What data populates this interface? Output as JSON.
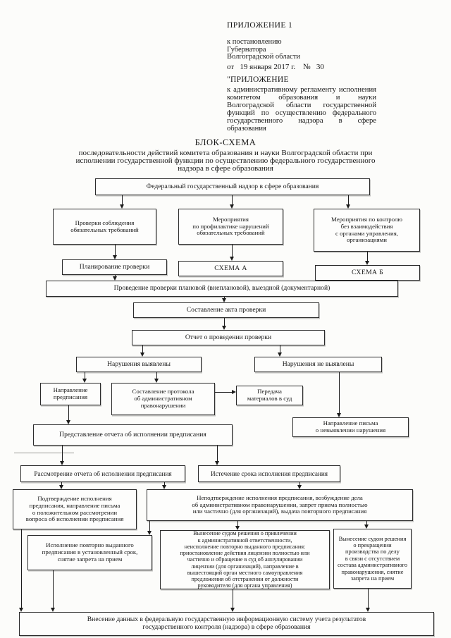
{
  "header": {
    "appendix": "ПРИЛОЖЕНИЕ 1",
    "addressee_lines": [
      "к постановлению",
      "Губернатора",
      "Волгоградской области"
    ],
    "date_line": "от   19 января 2017 г.    №   30",
    "appendix_quote": "\"ПРИЛОЖЕНИЕ",
    "regulation_text": "к административному регламенту исполнения комитетом образования и науки Волгоградской области государственной функций по осуществлению федерального государственного надзора в сфере образования"
  },
  "title": {
    "heading": "БЛОК-СХЕМА",
    "subtitle": "последовательности действий комитета образования и науки Волгоградской области при\nисполнении государственной функции по осуществлению федерального государственного\nнадзора в сфере образования"
  },
  "flowchart": {
    "nodes": {
      "federal_supervision": {
        "label": "Федеральный государственный надзор в сфере образования"
      },
      "compliance_checks": {
        "label": "Проверки соблюдения\nобязательных требований"
      },
      "prevention_activities": {
        "label": "Мероприятия\nпо профилактике нарушений\nобязательных требований"
      },
      "no_interaction_control": {
        "label": "Мероприятия по контролю\nбез взаимодействия\nс органами управления,\nорганизациями"
      },
      "inspection_planning": {
        "label": "Планирование проверки"
      },
      "schema_a": {
        "label": "СХЕМА А"
      },
      "schema_b": {
        "label": "СХЕМА Б"
      },
      "inspection_conduct": {
        "label": "Проведение проверки плановой (внеплановой), выездной (документарной)"
      },
      "act_drafting": {
        "label": "Составление акта проверки"
      },
      "inspection_report": {
        "label": "Отчет о проведении проверки"
      },
      "violations_found": {
        "label": "Нарушения выявлены"
      },
      "violations_not_found": {
        "label": "Нарушения не выявлены"
      },
      "order_issue": {
        "label": "Направление\nпредписания"
      },
      "protocol_drafting": {
        "label": "Составление протокола\nоб административном\nправонарушении"
      },
      "court_transfer": {
        "label": "Передача\nматериалов в суд"
      },
      "no_violation_letter": {
        "label": "Направление письма\nо невыявлении нарушения"
      },
      "order_execution_report": {
        "label": "Представление отчета об исполнении предписания"
      },
      "report_review": {
        "label": "Рассмотрение отчета об исполнении предписания"
      },
      "deadline_expiry": {
        "label": "Истечение срока исполнения предписания"
      },
      "execution_confirmed": {
        "label": "Подтверждение исполнения\nпредписания, направление письма\nо положительном рассмотрении\nвопроса об исполнении предписания"
      },
      "execution_not_confirmed": {
        "label": "Неподтверждение исполнения предписания, возбуждение дела\nоб административном правонарушении, запрет приема полностью\nили частично (для организаций), выдача повторного предписания"
      },
      "repeat_order_executed": {
        "label": "Исполнение повторно выданного\nпредписания в установленный срок,\nснятие запрета на прием"
      },
      "court_liability_ruling": {
        "label": "Вынесение судом решения о привлечении\nк административной ответственности,\nнеисполнение повторно выданного предписания:\nприостановление действия лицензии полностью или\nчастично и обращение в суд об аннулировании\nлицензии (для организаций), направление в\nвышестоящий орган местного самоуправления\nпредложения об отстранении  от должности\nруководителя (для органа управления)"
      },
      "court_dismissal_ruling": {
        "label": "Вынесение судом решения\nо прекращении\nпроизводства по делу\nв связи с отсутствием\nсостава административного\nправонарушения, снятие\nзапрета на прием"
      },
      "data_entry": {
        "label": "Внесение данных в федеральную государственную информационную систему учета результатов\nгосударственного  контроля (надзора) в сфере образования"
      }
    },
    "edges": [
      {
        "from": "federal_supervision",
        "to": "compliance_checks"
      },
      {
        "from": "federal_supervision",
        "to": "prevention_activities"
      },
      {
        "from": "federal_supervision",
        "to": "no_interaction_control"
      },
      {
        "from": "compliance_checks",
        "to": "inspection_planning"
      },
      {
        "from": "prevention_activities",
        "to": "schema_a"
      },
      {
        "from": "no_interaction_control",
        "to": "schema_b"
      },
      {
        "from": "inspection_planning",
        "to": "inspection_conduct"
      },
      {
        "from": "inspection_conduct",
        "to": "act_drafting"
      },
      {
        "from": "act_drafting",
        "to": "inspection_report"
      },
      {
        "from": "inspection_report",
        "to": "violations_found"
      },
      {
        "from": "inspection_report",
        "to": "violations_not_found"
      },
      {
        "from": "violations_found",
        "to": "order_issue"
      },
      {
        "from": "violations_found",
        "to": "protocol_drafting"
      },
      {
        "from": "protocol_drafting",
        "to": "court_transfer"
      },
      {
        "from": "violations_not_found",
        "to": "no_violation_letter"
      },
      {
        "from": "order_issue",
        "to": "order_execution_report"
      },
      {
        "from": "order_execution_report",
        "to": "report_review"
      },
      {
        "from": "order_execution_report",
        "to": "deadline_expiry"
      },
      {
        "from": "report_review",
        "to": "execution_confirmed"
      },
      {
        "from": "report_review",
        "to": "execution_not_confirmed"
      },
      {
        "from": "deadline_expiry",
        "to": "execution_not_confirmed"
      },
      {
        "from": "execution_not_confirmed",
        "to": "repeat_order_executed"
      },
      {
        "from": "execution_not_confirmed",
        "to": "court_liability_ruling"
      },
      {
        "from": "execution_not_confirmed",
        "to": "court_dismissal_ruling"
      },
      {
        "from": "execution_confirmed",
        "to": "data_entry"
      },
      {
        "from": "repeat_order_executed",
        "to": "data_entry"
      },
      {
        "from": "court_liability_ruling",
        "to": "data_entry"
      },
      {
        "from": "court_dismissal_ruling",
        "to": "data_entry"
      }
    ],
    "ink_color": "#1c1c1c",
    "paper_color": "#fcfcfa"
  }
}
